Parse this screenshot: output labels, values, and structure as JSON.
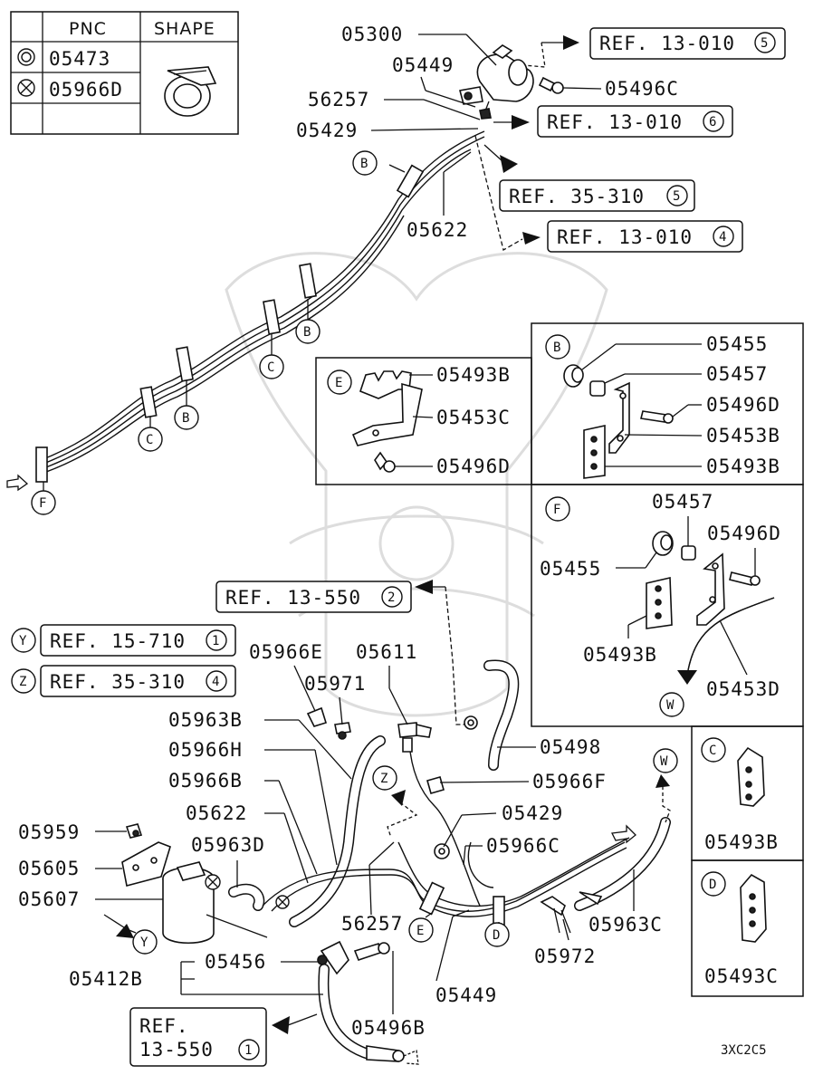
{
  "legend": {
    "header_pnc": "PNC",
    "header_shape": "SHAPE",
    "row1_pnc": "05473",
    "row2_pnc": "05966D",
    "symbol_row1": "double-circle-icon",
    "symbol_row2": "circled-x-icon"
  },
  "refs": {
    "r1": "REF. 13-010",
    "r1_n": "5",
    "r2": "REF. 13-010",
    "r2_n": "6",
    "r3": "REF. 35-310",
    "r3_n": "5",
    "r4": "REF. 13-010",
    "r4_n": "4",
    "r5": "REF. 13-550",
    "r5_n": "2",
    "r6": "REF. 15-710",
    "r6_n": "1",
    "r7": "REF. 35-310",
    "r7_n": "4",
    "r8_a": "REF.",
    "r8_b": "13-550",
    "r8_n": "1"
  },
  "callouts": {
    "B": "B",
    "C": "C",
    "D": "D",
    "E": "E",
    "F": "F",
    "W": "W",
    "Y": "Y",
    "Z": "Z"
  },
  "labels": {
    "p05300": "05300",
    "p05449a": "05449",
    "p05496c": "05496C",
    "p56257a": "56257",
    "p05429a": "05429",
    "p05622a": "05622",
    "p05455b": "05455",
    "p05457b": "05457",
    "p05496d_b": "05496D",
    "p05453b": "05453B",
    "p05493b_b": "05493B",
    "p05493b_e": "05493B",
    "p05453c": "05453C",
    "p05496d_e": "05496D",
    "p05457f": "05457",
    "p05496d_f": "05496D",
    "p05455f": "05455",
    "p05493b_f": "05493B",
    "p05453d": "05453D",
    "p05966e": "05966E",
    "p05611": "05611",
    "p05971": "05971",
    "p05963b": "05963B",
    "p05966h": "05966H",
    "p05498": "05498",
    "p05966b": "05966B",
    "p05966f": "05966F",
    "p05622b": "05622",
    "p05429b": "05429",
    "p05963d": "05963D",
    "p05966c": "05966C",
    "p05959": "05959",
    "p05605": "05605",
    "p05607": "05607",
    "p56257b": "56257",
    "p05963c": "05963C",
    "p05972": "05972",
    "p05456": "05456",
    "p05412b": "05412B",
    "p05449b": "05449",
    "p05496b": "05496B",
    "p05493b_c": "05493B",
    "p05493c": "05493C"
  },
  "diagram_code": "3XC2C5"
}
